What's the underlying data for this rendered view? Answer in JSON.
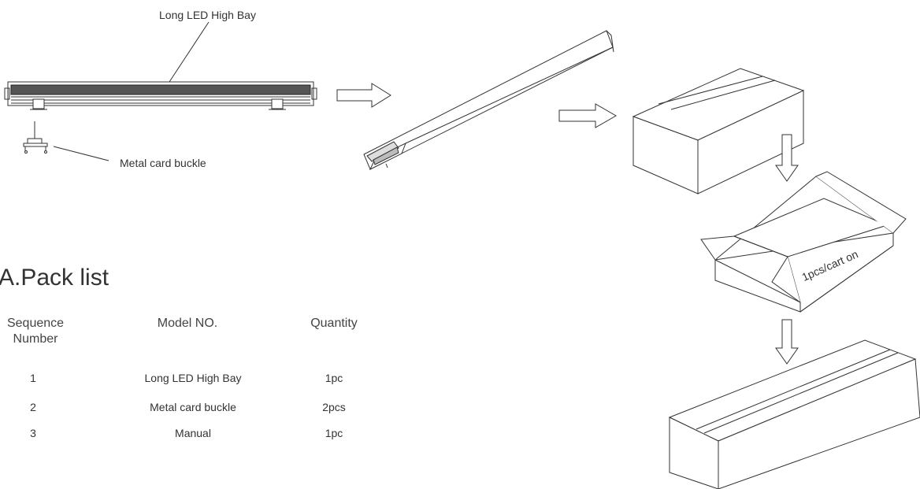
{
  "labels": {
    "fixture": "Long LED High Bay",
    "buckle": "Metal card buckle",
    "carton": "1pcs/cart on"
  },
  "section": {
    "title": "A.Pack list"
  },
  "table": {
    "headers": {
      "seq_line1": "Sequence",
      "seq_line2": "Number",
      "model": "Model NO.",
      "qty": "Quantity"
    },
    "rows": [
      {
        "seq": "1",
        "model": "Long LED High Bay",
        "qty": "1pc"
      },
      {
        "seq": "2",
        "model": "Metal card buckle",
        "qty": "2pcs"
      },
      {
        "seq": "3",
        "model": "Manual",
        "qty": "1pc"
      }
    ]
  },
  "icons": [
    "arrow-right-icon",
    "arrow-down-icon"
  ]
}
